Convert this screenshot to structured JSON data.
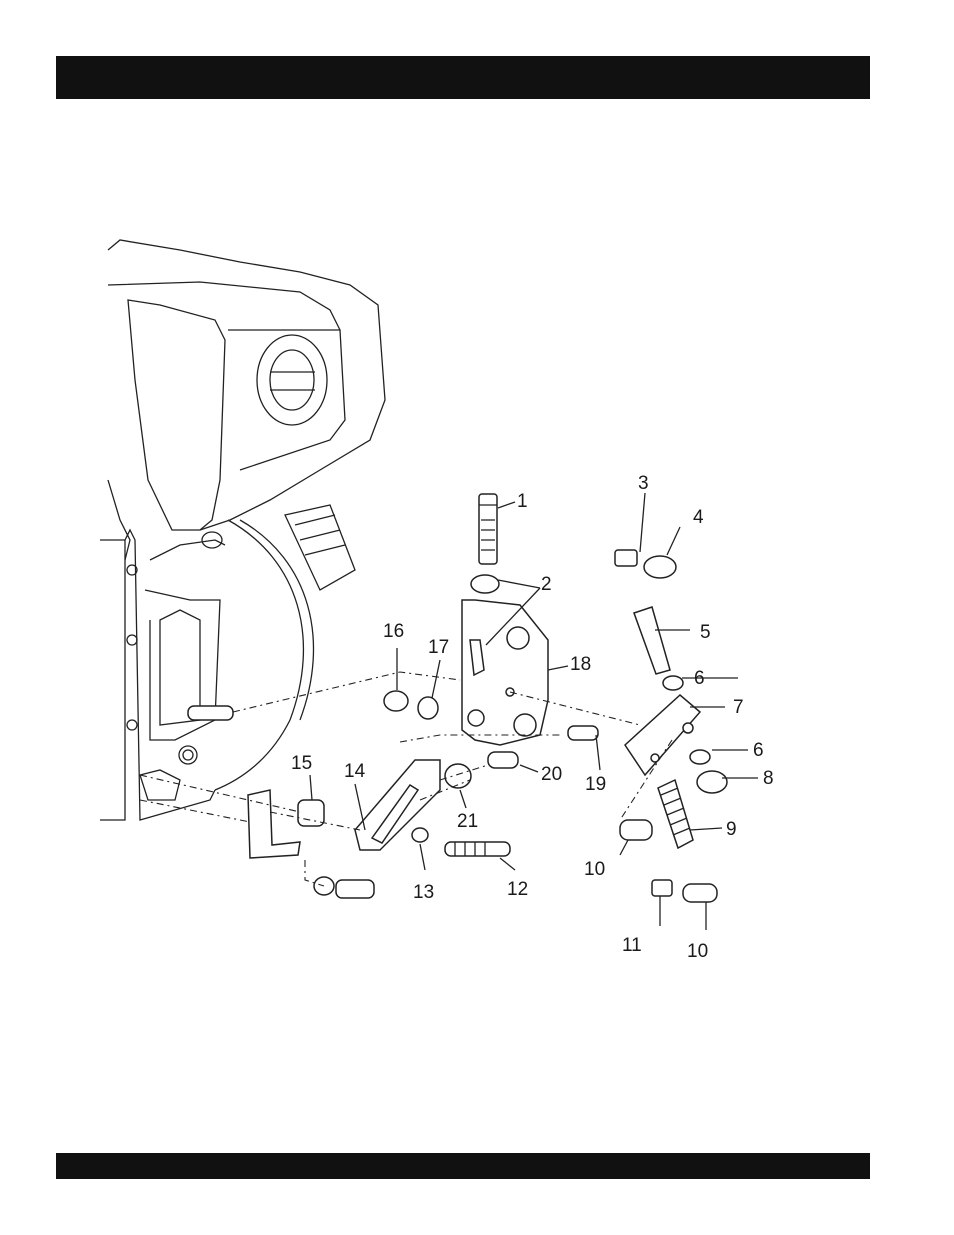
{
  "header_bar": "",
  "footer_bar": "",
  "callouts": [
    "1",
    "2",
    "3",
    "4",
    "5",
    "6",
    "7",
    "18",
    "16",
    "17",
    "19",
    "20",
    "6",
    "8",
    "15",
    "14",
    "21",
    "9",
    "13",
    "12",
    "10",
    "11",
    "10"
  ]
}
